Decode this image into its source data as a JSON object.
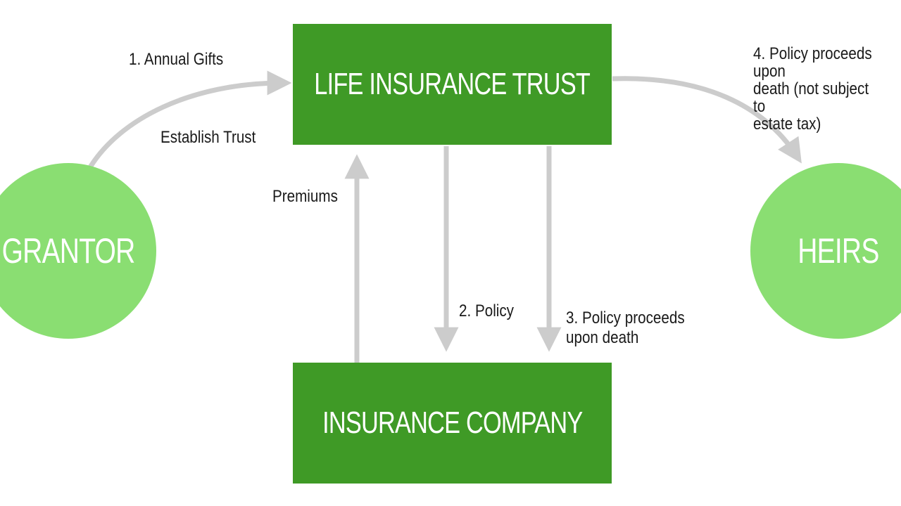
{
  "nodes": {
    "grantor": "GRANTOR",
    "trust": "LIFE INSURANCE TRUST",
    "insurer": "INSURANCE COMPANY",
    "heirs": "HEIRS"
  },
  "labels": {
    "annual_gifts": "1. Annual Gifts",
    "establish_trust": "Establish Trust",
    "premiums": "Premiums",
    "policy": "2. Policy",
    "policy_proceeds": "3. Policy proceeds\nupon death",
    "policy_proceeds_heirs": "4. Policy proceeds upon\ndeath (not subject to\nestate tax)"
  },
  "colors": {
    "box_green": "#3f9a26",
    "circle_green": "#8ade72",
    "arrow_gray": "#cccccc",
    "text_dark": "#1a1a1a"
  }
}
